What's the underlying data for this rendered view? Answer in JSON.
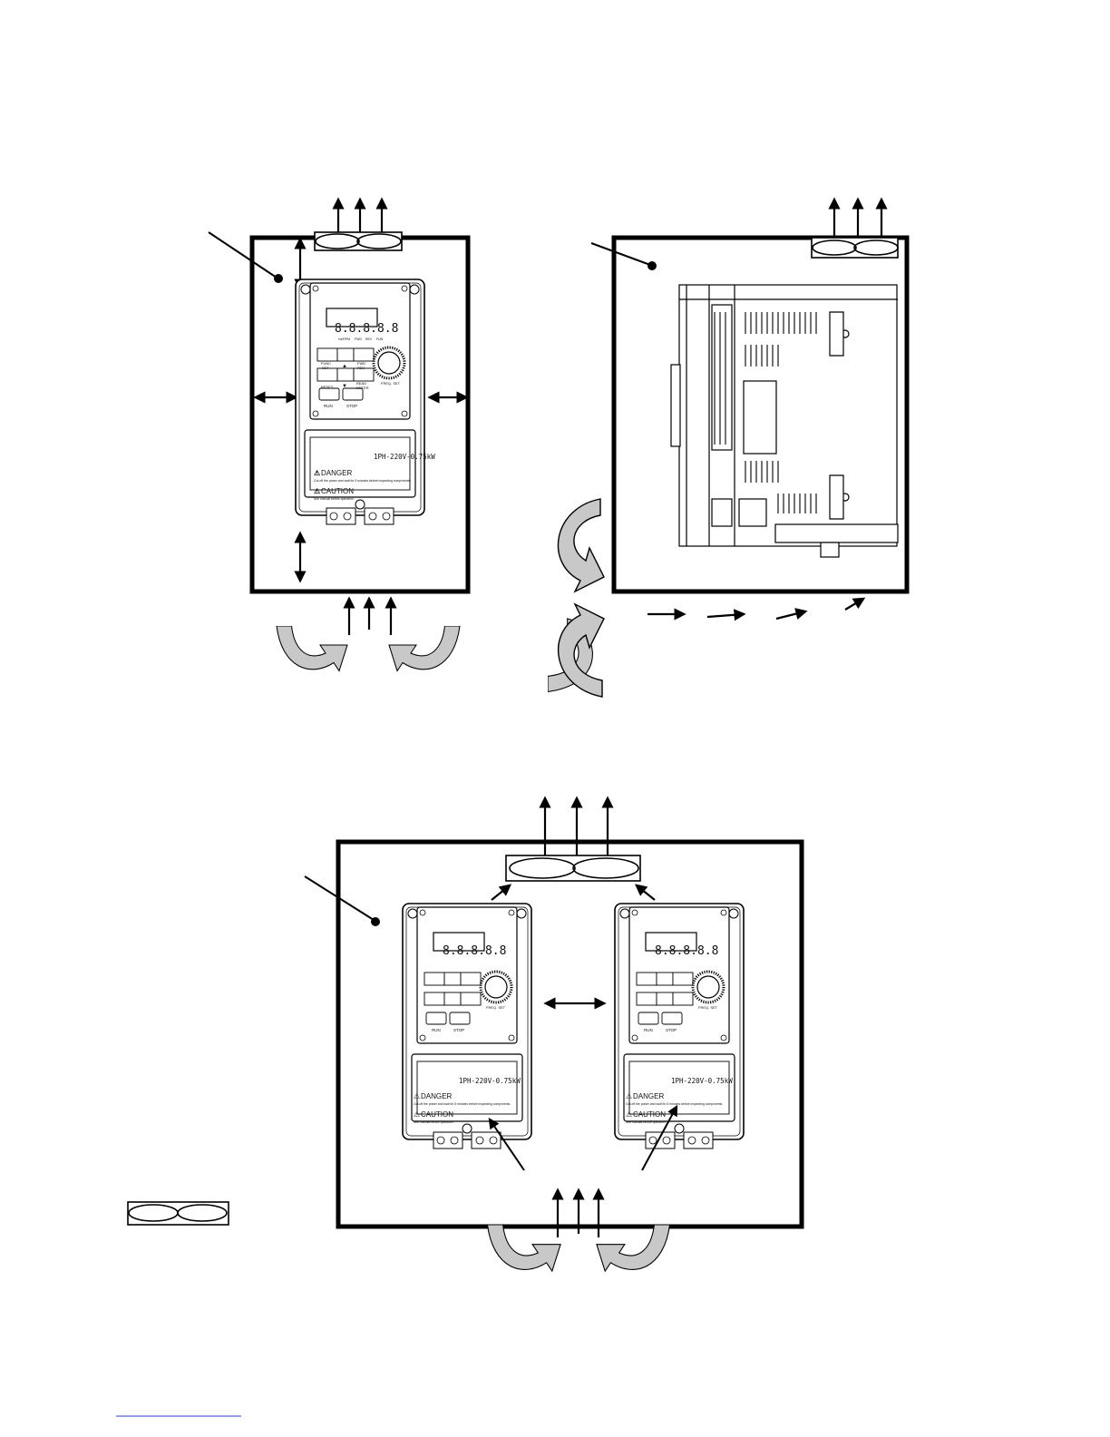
{
  "inverter": {
    "display_digits": "8.8.8.8.8",
    "indicator_labels": [
      "Hz/RPM",
      "FWD",
      "REV",
      "FUN"
    ],
    "keys": {
      "func_set": [
        "FUNC",
        "SET"
      ],
      "up": "▲",
      "fwd_rev": [
        "FWD",
        "REV"
      ],
      "reset": "RESET",
      "down": "▼",
      "read_enter": [
        "READ",
        "ENTER"
      ],
      "run": "RUN",
      "stop": "STOP"
    },
    "knob_label": "FREQ. SET",
    "rating": "1PH-220V-0.75kW",
    "danger_title": "DANGER",
    "danger_text": "Cut-off the power and wait for 5 minutes before inspecting components.",
    "caution_title": "CAUTION",
    "caution_text": "See manual before operation."
  },
  "colors": {
    "line": "#000000",
    "airflow_fill": "#c8c8c8"
  }
}
